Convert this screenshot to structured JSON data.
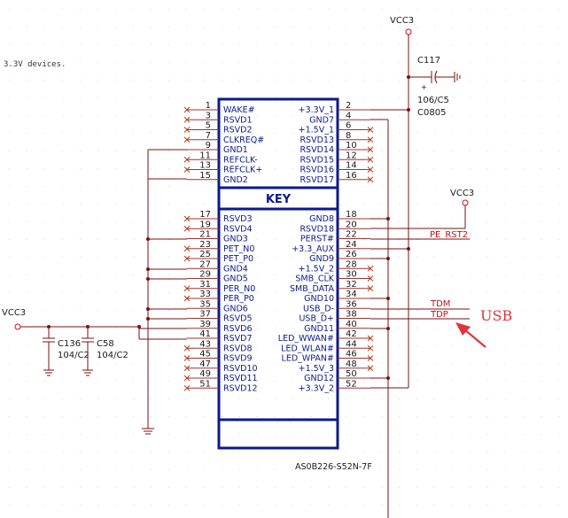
{
  "header_note": "3.3V  devices.",
  "part_number": "AS0B226-S52N-7F",
  "key_label": "KEY",
  "annotation": "USB",
  "colors": {
    "box": "#0b1a8a",
    "wire": "#7a1010",
    "net_label": "#c0121a",
    "arrow": "#e0333b"
  },
  "capacitors": [
    {
      "ref": "C117",
      "value": "106/C5",
      "footprint": "C0805"
    },
    {
      "ref": "C136",
      "value": "104/C2"
    },
    {
      "ref": "C58",
      "value": "104/C2"
    }
  ],
  "power_labels": {
    "top": "VCC3",
    "right": "VCC3",
    "left": "VCC3"
  },
  "net_labels": {
    "pe_rst": "PE_RST2",
    "tdm": "TDM",
    "tdp": "TDP"
  },
  "plus_mark": "+",
  "upper_pins": [
    {
      "ln": "1",
      "lname": "WAKE#",
      "rn": "2",
      "rname": "+3.3V_1"
    },
    {
      "ln": "3",
      "lname": "RSVD1",
      "rn": "4",
      "rname": "GND7"
    },
    {
      "ln": "5",
      "lname": "RSVD2",
      "rn": "6",
      "rname": "+1.5V_1"
    },
    {
      "ln": "7",
      "lname": "CLKREQ#",
      "rn": "8",
      "rname": "RSVD13"
    },
    {
      "ln": "9",
      "lname": "GND1",
      "rn": "10",
      "rname": "RSVD14"
    },
    {
      "ln": "11",
      "lname": "REFCLK-",
      "rn": "12",
      "rname": "RSVD15"
    },
    {
      "ln": "13",
      "lname": "REFCLK+",
      "rn": "14",
      "rname": "RSVD16"
    },
    {
      "ln": "15",
      "lname": "GND2",
      "rn": "16",
      "rname": "RSVD17"
    }
  ],
  "lower_pins": [
    {
      "ln": "17",
      "lname": "RSVD3",
      "rn": "18",
      "rname": "GND8"
    },
    {
      "ln": "19",
      "lname": "RSVD4",
      "rn": "20",
      "rname": "RSVD18"
    },
    {
      "ln": "21",
      "lname": "GND3",
      "rn": "22",
      "rname": "PERST#"
    },
    {
      "ln": "23",
      "lname": "PET_N0",
      "rn": "24",
      "rname": "+3.3_AUX"
    },
    {
      "ln": "25",
      "lname": "PET_P0",
      "rn": "26",
      "rname": "GND9"
    },
    {
      "ln": "27",
      "lname": "GND4",
      "rn": "28",
      "rname": "+1.5V_2"
    },
    {
      "ln": "29",
      "lname": "GND5",
      "rn": "30",
      "rname": "SMB_CLK"
    },
    {
      "ln": "31",
      "lname": "PER_N0",
      "rn": "32",
      "rname": "SMB_DATA"
    },
    {
      "ln": "33",
      "lname": "PER_P0",
      "rn": "34",
      "rname": "GND10"
    },
    {
      "ln": "35",
      "lname": "GND6",
      "rn": "36",
      "rname": "USB_D-"
    },
    {
      "ln": "37",
      "lname": "RSVD5",
      "rn": "38",
      "rname": "USB_D+"
    },
    {
      "ln": "39",
      "lname": "RSVD6",
      "rn": "40",
      "rname": "GND11"
    },
    {
      "ln": "41",
      "lname": "RSVD7",
      "rn": "42",
      "rname": "LED_WWAN#"
    },
    {
      "ln": "43",
      "lname": "RSVD8",
      "rn": "44",
      "rname": "LED_WLAN#"
    },
    {
      "ln": "45",
      "lname": "RSVD9",
      "rn": "46",
      "rname": "LED_WPAN#"
    },
    {
      "ln": "47",
      "lname": "RSVD10",
      "rn": "48",
      "rname": "+1.5V_3"
    },
    {
      "ln": "49",
      "lname": "RSVD11",
      "rn": "50",
      "rname": "GND12"
    },
    {
      "ln": "51",
      "lname": "RSVD12",
      "rn": "52",
      "rname": "+3.3V_2"
    }
  ]
}
